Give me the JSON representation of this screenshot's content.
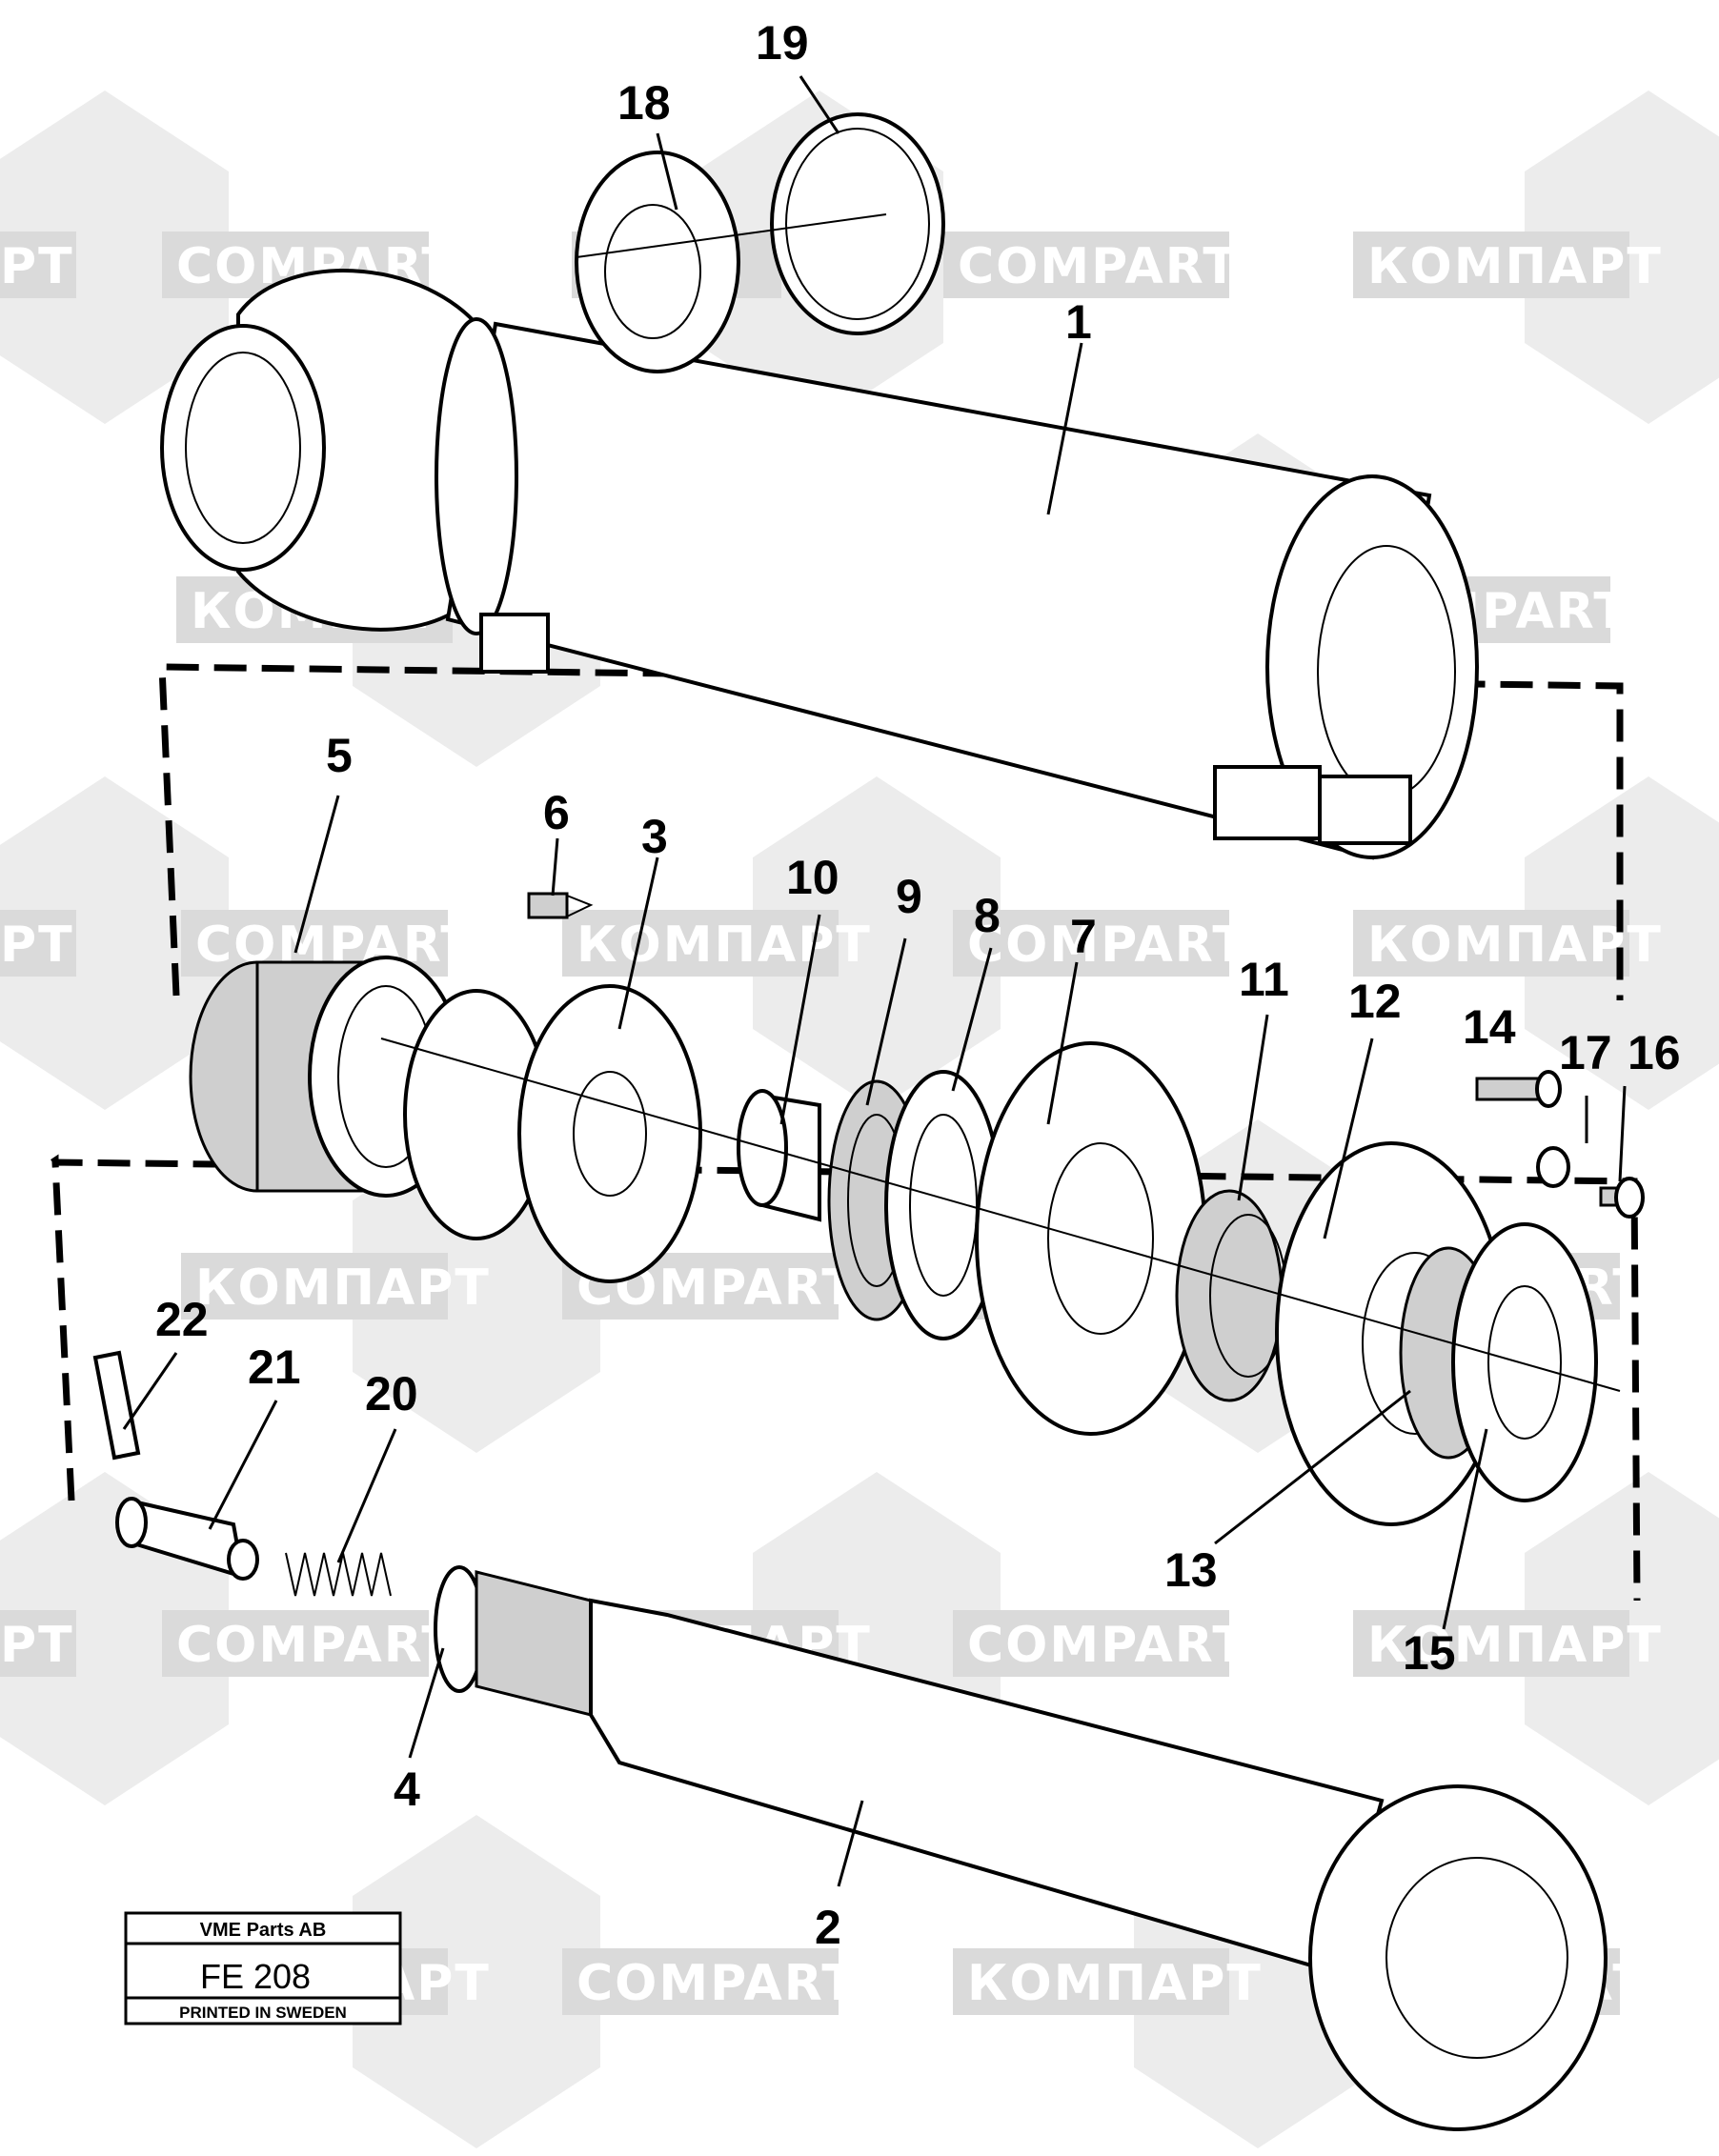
{
  "watermarks": [
    "COMPART",
    "КОМПАРТ",
    "PT"
  ],
  "callouts": [
    "1",
    "2",
    "3",
    "4",
    "5",
    "6",
    "7",
    "8",
    "9",
    "10",
    "11",
    "12",
    "13",
    "14",
    "15",
    "16",
    "17",
    "18",
    "19",
    "20",
    "21",
    "22"
  ],
  "title_block": {
    "company": "VME Parts AB",
    "code": "FE 208",
    "printed": "PRINTED IN SWEDEN"
  },
  "colors": {
    "ink": "#000000",
    "watermark": "#dadada",
    "paper": "#ffffff"
  }
}
